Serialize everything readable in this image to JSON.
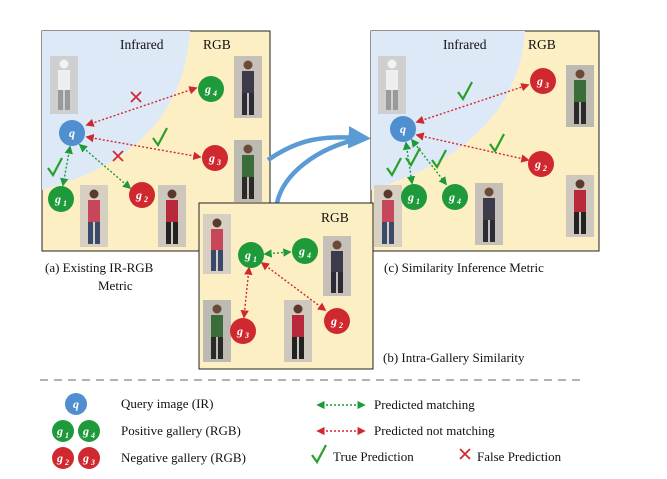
{
  "panels": {
    "a": {
      "region_left": "Infrared",
      "region_right": "RGB",
      "caption_line1": "(a) Existing IR-RGB",
      "caption_line2": "Metric"
    },
    "b": {
      "region": "RGB",
      "caption": "(b) Intra-Gallery Similarity"
    },
    "c": {
      "region_left": "Infrared",
      "region_right": "RGB",
      "caption": "(c) Similarity Inference Metric"
    }
  },
  "nodes": {
    "query": "q",
    "g": "g",
    "sub1": "1",
    "sub2": "2",
    "sub3": "3",
    "sub4": "4"
  },
  "legend": {
    "query": "Query image (IR)",
    "positive": "Positive gallery (RGB)",
    "negative": "Negative gallery (RGB)",
    "pred_match": "Predicted matching",
    "pred_not_match": "Predicted not matching",
    "true_pred": "True Prediction",
    "false_pred": "False Prediction"
  },
  "colors": {
    "query": "#4f8fcf",
    "positive": "#1f9a3a",
    "negative": "#d0282f",
    "panel_bg": "#fdefc4",
    "ir_region": "#dde9f6",
    "big_arrow": "#5b9bd5",
    "check": "#2aa02a",
    "cross": "#d0282f"
  }
}
